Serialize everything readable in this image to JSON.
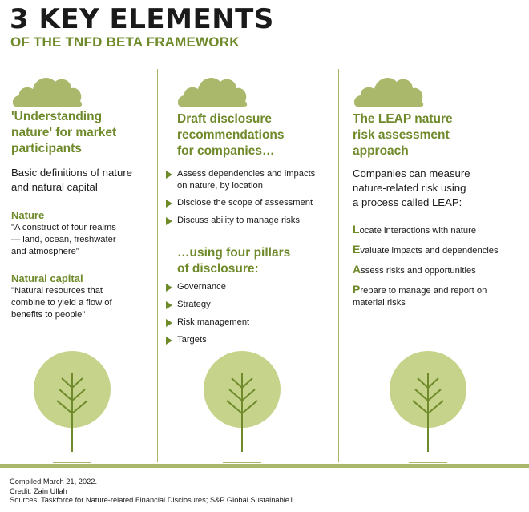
{
  "header": {
    "title": "3 KEY ELEMENTS",
    "subtitle": "OF THE TNFD BETA FRAMEWORK"
  },
  "colors": {
    "accent": "#6f8a2a",
    "light_green": "#a9b86b",
    "tree": "#c5d48a"
  },
  "columns": [
    {
      "heading": [
        "'Understanding",
        "nature' for market",
        "participants"
      ],
      "intro": [
        "Basic definitions of nature",
        "and natural capital"
      ],
      "terms": [
        {
          "term": "Nature",
          "definition": [
            "\"A construct of four realms",
            "— land, ocean, freshwater",
            "and atmosphere\""
          ]
        },
        {
          "term": "Natural capital",
          "definition": [
            "\"Natural resources that",
            "combine to yield a flow of",
            "benefits to people\""
          ]
        }
      ]
    },
    {
      "heading": [
        "Draft disclosure",
        "recommendations",
        "for companies…"
      ],
      "bullets": [
        [
          "Assess dependencies and impacts",
          "on nature, by location"
        ],
        [
          "Disclose the scope of assessment"
        ],
        [
          "Discuss ability to manage risks"
        ]
      ],
      "pillars_heading": [
        "…using four pillars",
        "of disclosure:"
      ],
      "pillars": [
        "Governance",
        "Strategy",
        "Risk management",
        "Targets"
      ]
    },
    {
      "heading": [
        "The LEAP nature",
        "risk assessment",
        "approach"
      ],
      "intro": [
        "Companies can measure",
        "nature-related risk using",
        "a process called LEAP:"
      ],
      "steps": [
        {
          "letter": "L",
          "rest": [
            "ocate interactions with nature"
          ]
        },
        {
          "letter": "E",
          "rest": [
            "valuate impacts and dependencies"
          ]
        },
        {
          "letter": "A",
          "rest": [
            "ssess risks and opportunities"
          ]
        },
        {
          "letter": "P",
          "rest": [
            "repare to manage and report on",
            "material risks"
          ]
        }
      ]
    }
  ],
  "footer": {
    "compiled": "Compiled March 21, 2022.",
    "credit": "Credit: Zain Ullah",
    "sources": "Sources: Taskforce for Nature-related Financial Disclosures; S&P Global Sustainable1"
  }
}
